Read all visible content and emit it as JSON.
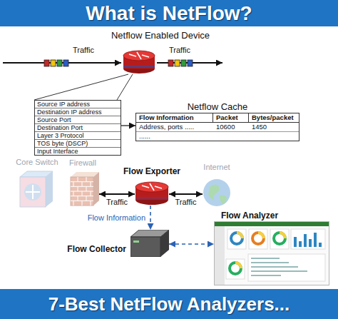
{
  "diagram": {
    "title": "What is NetFlow?",
    "caption": "7-Best NetFlow Analyzers...",
    "nodes": [
      {
        "text": [
          "Netflow Enabled Device"
        ]
      },
      {
        "text": [
          "Source IP address",
          "Destination IP address",
          "Source Port",
          "Destination Port",
          "Layer 3 Protocol",
          "TOS byte (DSCP)",
          "Input Interface"
        ]
      },
      {
        "text": [
          "Netflow Cache",
          "Flow Information",
          "Packet",
          "Bytes/packet",
          "Address, ports .....",
          "10600",
          "1450",
          "......"
        ]
      },
      {
        "text": [
          "Core Switch"
        ]
      },
      {
        "text": [
          "Firewall"
        ]
      },
      {
        "text": [
          "Flow Exporter"
        ]
      },
      {
        "text": [
          "Internet"
        ]
      },
      {
        "text": [
          "Flow Collector"
        ]
      },
      {
        "text": [
          "Flow Analyzer"
        ]
      }
    ],
    "edges": [
      {
        "from": 0,
        "to": 1,
        "arrow": "none"
      },
      {
        "from": 1,
        "to": 2,
        "arrow": "to"
      },
      {
        "from": 4,
        "to": 5,
        "label": "Traffic",
        "arrow": "both"
      },
      {
        "from": 5,
        "to": 6,
        "label": "Traffic",
        "arrow": "both"
      },
      {
        "from": 5,
        "to": 7,
        "label": "Flow Information",
        "arrow": "to"
      },
      {
        "from": 7,
        "to": 8,
        "arrow": "both"
      }
    ],
    "labels": [
      "Traffic",
      "Traffic"
    ]
  }
}
